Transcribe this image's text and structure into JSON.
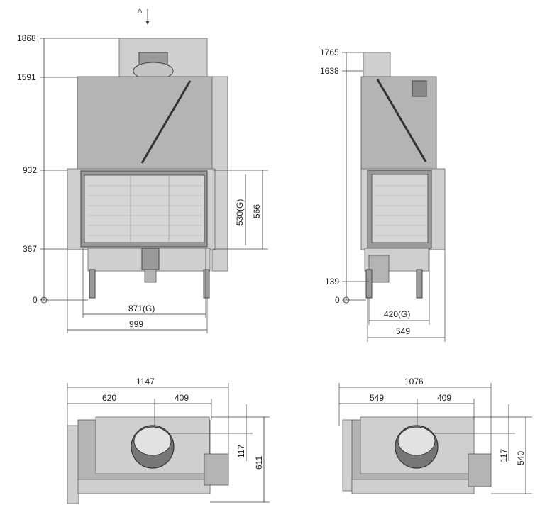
{
  "front_view": {
    "view_marker": "A",
    "heights": {
      "h1868": "1868",
      "h1591": "1591",
      "h932": "932",
      "h367": "367",
      "h0": "0"
    },
    "glass_height_g": "530(G)",
    "door_height": "566",
    "glass_width_g": "871(G)",
    "total_width": "999"
  },
  "side_view": {
    "heights": {
      "h1765": "1765",
      "h1638": "1638",
      "h139": "139",
      "h0": "0"
    },
    "glass_width_g": "420(G)",
    "total_width": "549"
  },
  "top_view_left": {
    "overall_width": "1147",
    "left_to_flue": "620",
    "flue_to_right": "409",
    "flue_offset": "117",
    "depth": "611"
  },
  "top_view_right": {
    "overall_width": "1076",
    "left_to_flue": "549",
    "flue_to_right": "409",
    "flue_offset": "117",
    "depth": "540"
  }
}
